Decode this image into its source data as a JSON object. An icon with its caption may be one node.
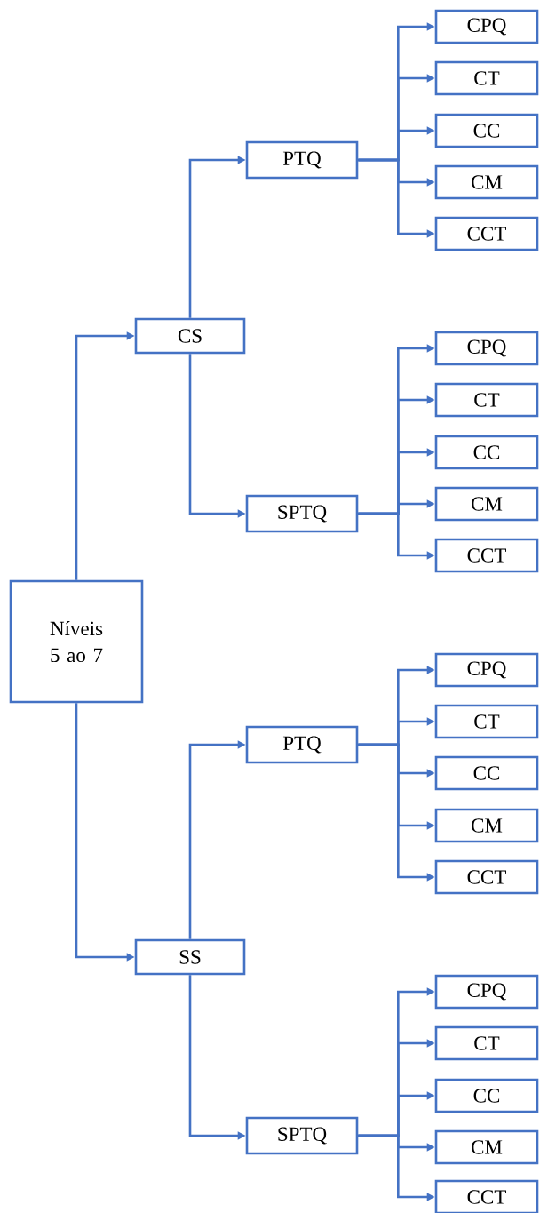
{
  "diagram": {
    "nodes": [
      {
        "text": [
          "Níveis 5 ao 7"
        ]
      },
      {
        "text": [
          "CS"
        ]
      },
      {
        "text": [
          "PTQ"
        ]
      },
      {
        "text": [
          "CPQ"
        ]
      },
      {
        "text": [
          "CT"
        ]
      },
      {
        "text": [
          "CC"
        ]
      },
      {
        "text": [
          "CM"
        ]
      },
      {
        "text": [
          "CCT"
        ]
      },
      {
        "text": [
          "SPTQ"
        ]
      },
      {
        "text": [
          "CPQ"
        ]
      },
      {
        "text": [
          "CT"
        ]
      },
      {
        "text": [
          "CC"
        ]
      },
      {
        "text": [
          "CM"
        ]
      },
      {
        "text": [
          "CCT"
        ]
      },
      {
        "text": [
          "SS"
        ]
      },
      {
        "text": [
          "PTQ"
        ]
      },
      {
        "text": [
          "CPQ"
        ]
      },
      {
        "text": [
          "CT"
        ]
      },
      {
        "text": [
          "CC"
        ]
      },
      {
        "text": [
          "CM"
        ]
      },
      {
        "text": [
          "CCT"
        ]
      },
      {
        "text": [
          "SPTQ"
        ]
      },
      {
        "text": [
          "CPQ"
        ]
      },
      {
        "text": [
          "CT"
        ]
      },
      {
        "text": [
          "CC"
        ]
      },
      {
        "text": [
          "CM"
        ]
      },
      {
        "text": [
          "CCT"
        ]
      }
    ],
    "edges": [
      {
        "from": 0,
        "to": 1,
        "arrow": "to"
      },
      {
        "from": 1,
        "to": 2,
        "arrow": "to"
      },
      {
        "from": 2,
        "to": 3,
        "arrow": "to"
      },
      {
        "from": 2,
        "to": 4,
        "arrow": "to"
      },
      {
        "from": 2,
        "to": 5,
        "arrow": "to"
      },
      {
        "from": 2,
        "to": 6,
        "arrow": "to"
      },
      {
        "from": 2,
        "to": 7,
        "arrow": "to"
      },
      {
        "from": 1,
        "to": 8,
        "arrow": "to"
      },
      {
        "from": 8,
        "to": 9,
        "arrow": "to"
      },
      {
        "from": 8,
        "to": 10,
        "arrow": "to"
      },
      {
        "from": 8,
        "to": 11,
        "arrow": "to"
      },
      {
        "from": 8,
        "to": 12,
        "arrow": "to"
      },
      {
        "from": 8,
        "to": 13,
        "arrow": "to"
      },
      {
        "from": 0,
        "to": 14,
        "arrow": "to"
      },
      {
        "from": 14,
        "to": 15,
        "arrow": "to"
      },
      {
        "from": 15,
        "to": 16,
        "arrow": "to"
      },
      {
        "from": 15,
        "to": 17,
        "arrow": "to"
      },
      {
        "from": 15,
        "to": 18,
        "arrow": "to"
      },
      {
        "from": 15,
        "to": 19,
        "arrow": "to"
      },
      {
        "from": 15,
        "to": 20,
        "arrow": "to"
      },
      {
        "from": 14,
        "to": 21,
        "arrow": "to"
      },
      {
        "from": 21,
        "to": 22,
        "arrow": "to"
      },
      {
        "from": 21,
        "to": 23,
        "arrow": "to"
      },
      {
        "from": 21,
        "to": 24,
        "arrow": "to"
      },
      {
        "from": 21,
        "to": 25,
        "arrow": "to"
      },
      {
        "from": 21,
        "to": 26,
        "arrow": "to"
      }
    ]
  }
}
